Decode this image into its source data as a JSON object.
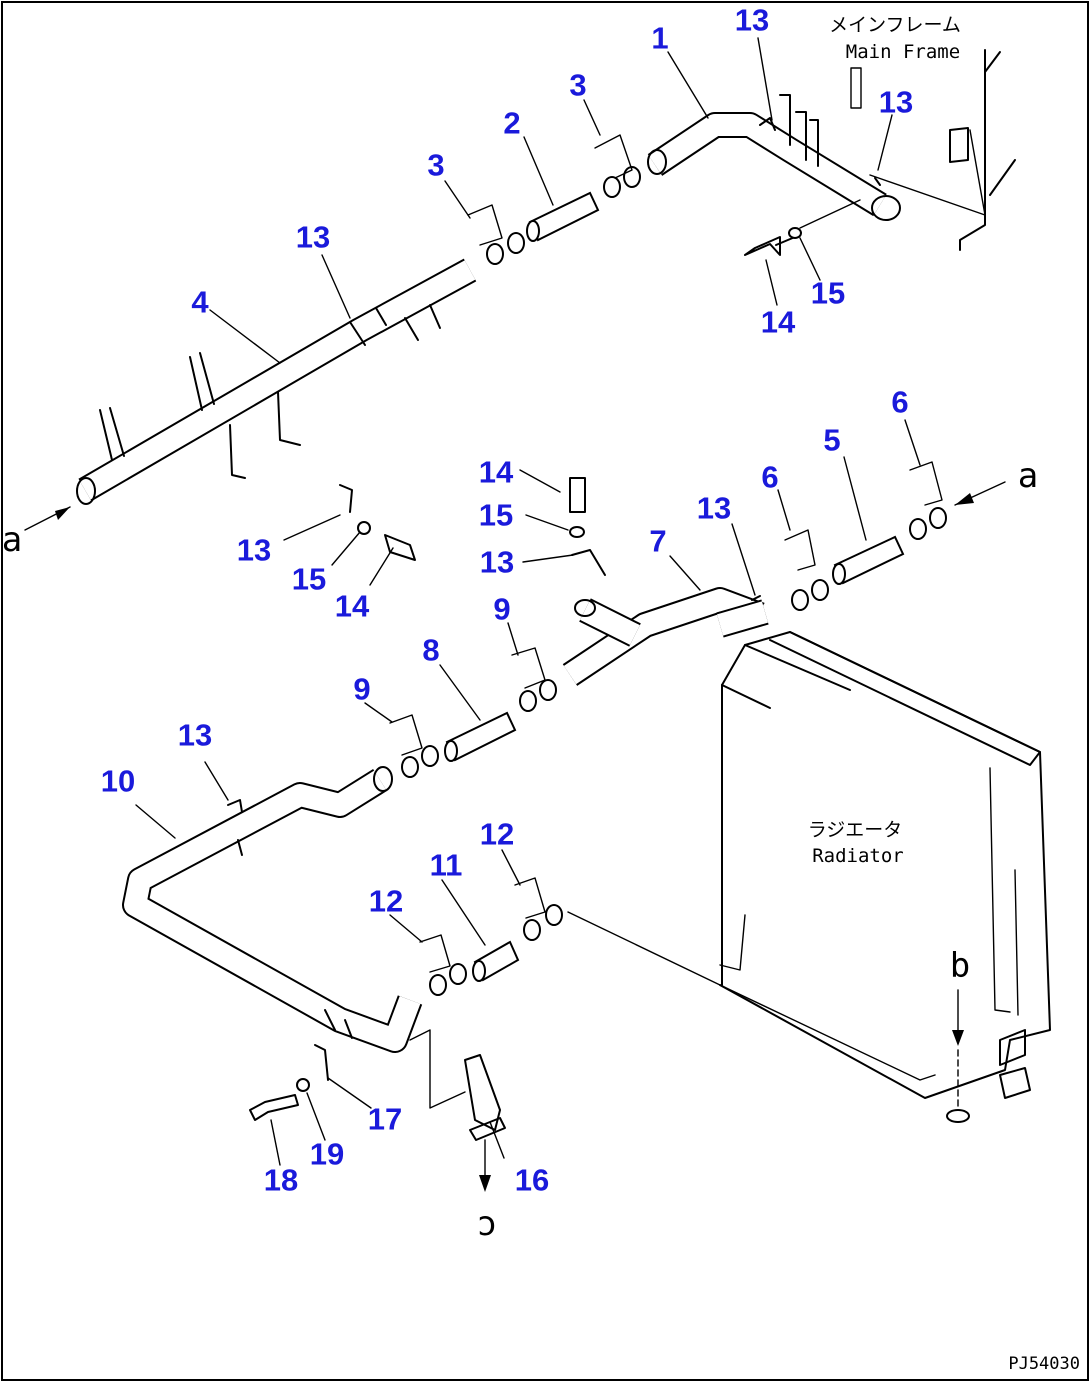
{
  "labels": {
    "main_frame_jp": "メインフレーム",
    "main_frame_en": "Main Frame",
    "radiator_jp": "ラジエータ",
    "radiator_en": "Radiator",
    "drawing_code": "PJ54030",
    "arrow_a": "a",
    "arrow_b": "b"
  },
  "callouts": [
    {
      "id": "c1",
      "text": "1"
    },
    {
      "id": "c2",
      "text": "2"
    },
    {
      "id": "c3a",
      "text": "3"
    },
    {
      "id": "c3b",
      "text": "3"
    },
    {
      "id": "c4",
      "text": "4"
    },
    {
      "id": "c5",
      "text": "5"
    },
    {
      "id": "c6a",
      "text": "6"
    },
    {
      "id": "c6b",
      "text": "6"
    },
    {
      "id": "c7",
      "text": "7"
    },
    {
      "id": "c8",
      "text": "8"
    },
    {
      "id": "c9a",
      "text": "9"
    },
    {
      "id": "c9b",
      "text": "9"
    },
    {
      "id": "c10",
      "text": "10"
    },
    {
      "id": "c11",
      "text": "11"
    },
    {
      "id": "c12a",
      "text": "12"
    },
    {
      "id": "c12b",
      "text": "12"
    },
    {
      "id": "c13a",
      "text": "13"
    },
    {
      "id": "c13b",
      "text": "13"
    },
    {
      "id": "c13c",
      "text": "13"
    },
    {
      "id": "c13d",
      "text": "13"
    },
    {
      "id": "c13e",
      "text": "13"
    },
    {
      "id": "c13f",
      "text": "13"
    },
    {
      "id": "c13g",
      "text": "13"
    },
    {
      "id": "c14a",
      "text": "14"
    },
    {
      "id": "c14b",
      "text": "14"
    },
    {
      "id": "c14c",
      "text": "14"
    },
    {
      "id": "c15a",
      "text": "15"
    },
    {
      "id": "c15b",
      "text": "15"
    },
    {
      "id": "c15c",
      "text": "15"
    },
    {
      "id": "c16",
      "text": "16"
    },
    {
      "id": "c17",
      "text": "17"
    },
    {
      "id": "c18",
      "text": "18"
    },
    {
      "id": "c19",
      "text": "19"
    }
  ],
  "colors": {
    "callout": "#1a1adb",
    "line": "#000000",
    "background": "#ffffff"
  }
}
